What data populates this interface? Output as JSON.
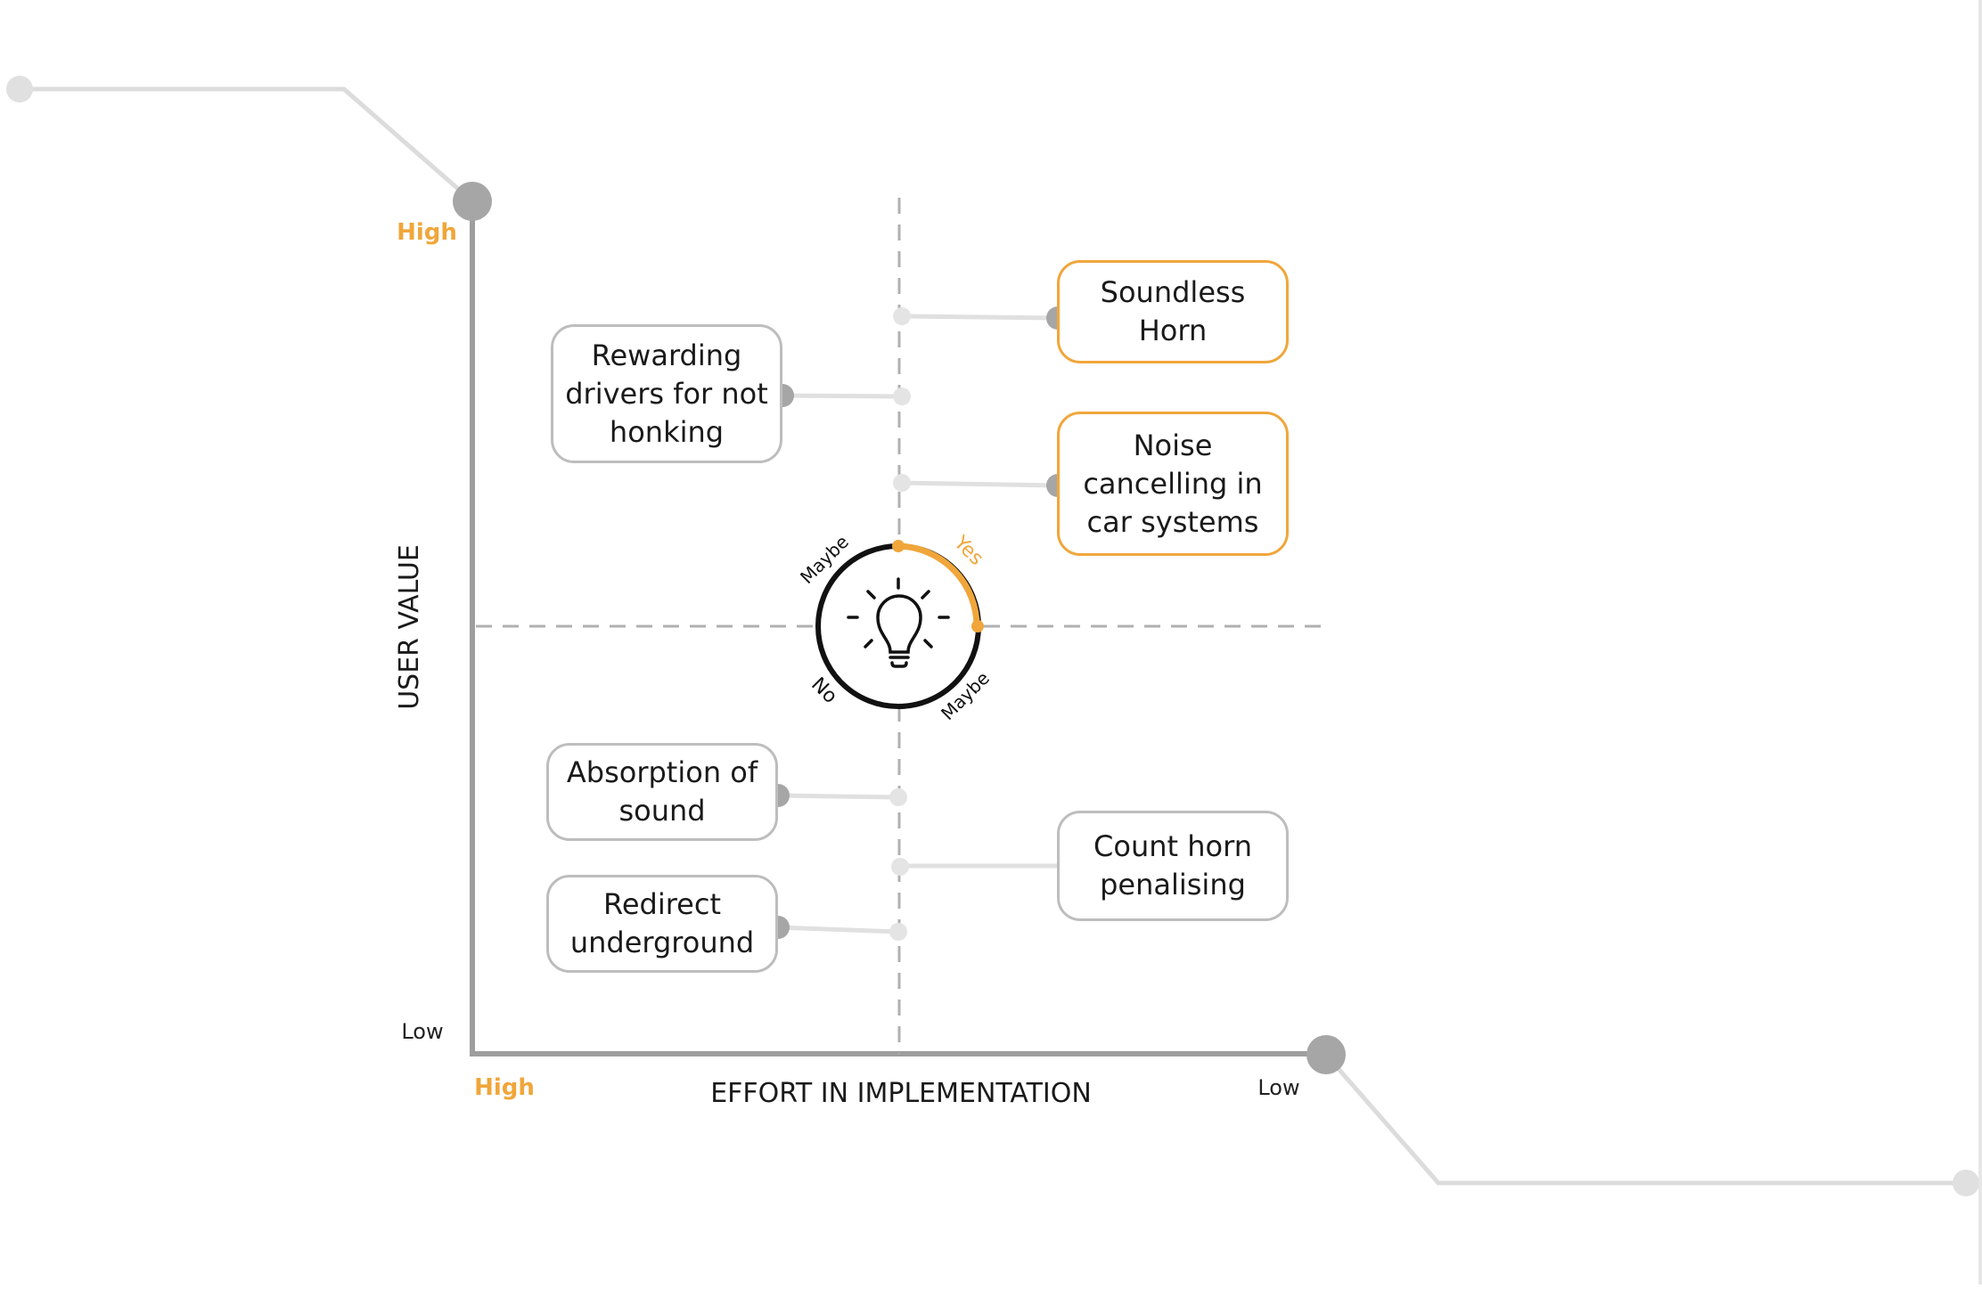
{
  "colors": {
    "accent": "#f0a63a",
    "axis": "#9e9e9e",
    "connector": "#e0e0e0",
    "node": "#a6a6a6",
    "box_border": "#bdbdbd",
    "text": "#1a1a1a"
  },
  "axes": {
    "y_title": "USER VALUE",
    "x_title": "EFFORT IN IMPLEMENTATION",
    "y_high": "High",
    "y_low": "Low",
    "x_high": "High",
    "x_low": "Low"
  },
  "dial": {
    "icon": "lightbulb-icon",
    "labels": {
      "maybe_top": "Maybe",
      "yes": "Yes",
      "no": "No",
      "maybe_bottom": "Maybe"
    }
  },
  "ideas": [
    {
      "label": "Soundless Horn",
      "quadrant": "high-value-low-effort",
      "highlighted": true
    },
    {
      "label": "Rewarding drivers for not honking",
      "quadrant": "high-value-high-effort",
      "highlighted": false
    },
    {
      "label": "Noise cancelling in car systems",
      "quadrant": "high-value-low-effort",
      "highlighted": true
    },
    {
      "label": "Absorption of sound",
      "quadrant": "low-value-high-effort",
      "highlighted": false
    },
    {
      "label": "Count horn penalising",
      "quadrant": "low-value-low-effort",
      "highlighted": false
    },
    {
      "label": "Redirect underground",
      "quadrant": "low-value-high-effort",
      "highlighted": false
    }
  ]
}
